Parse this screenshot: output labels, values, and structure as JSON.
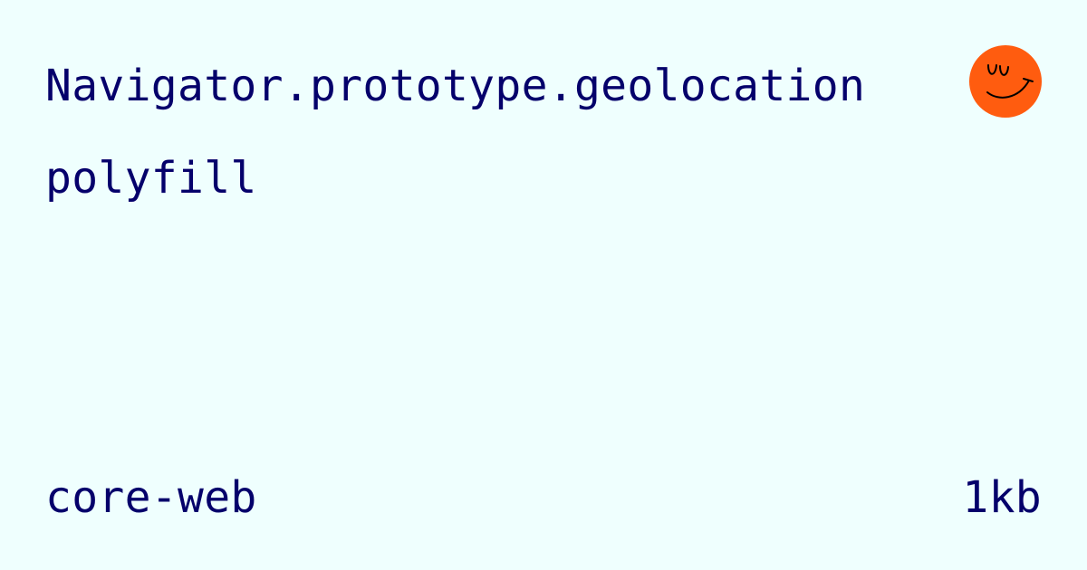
{
  "card": {
    "title": "Navigator.prototype.geolocation polyfill",
    "footer_left": "core-web",
    "footer_right": "1kb"
  },
  "logo": {
    "icon": "smiley-face-icon",
    "background_color": "#ff5c0f",
    "stroke_color": "#000000"
  },
  "colors": {
    "background": "#effffe",
    "text": "#05006b"
  }
}
